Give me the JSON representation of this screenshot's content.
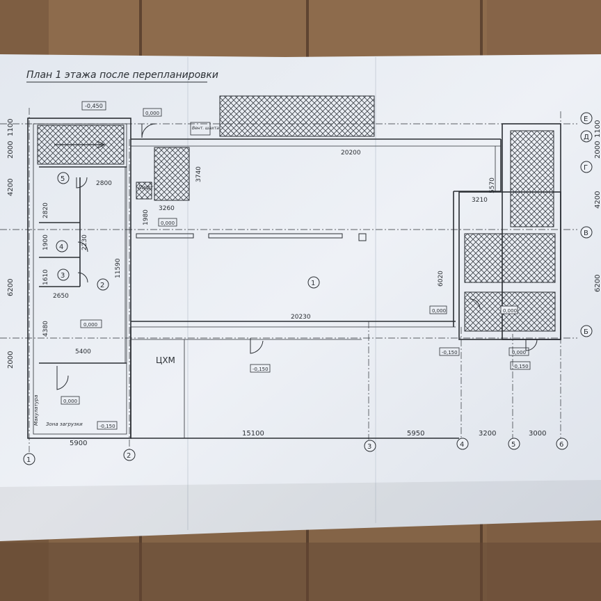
{
  "title": "План 1 этажа после перепланировки",
  "colors": {
    "table": "#8a6848",
    "paper": "#e9edf3",
    "ink": "#2a2e33"
  },
  "dims": {
    "top_20200": "20200",
    "mid_20230": "20230",
    "bot_15100": "15100",
    "bot_5900": "5900",
    "bot_5950": "5950",
    "bot_3200": "3200",
    "bot_3000": "3000",
    "left_1100": "1100",
    "left_2000a": "2000",
    "left_4200": "4200",
    "left_6200": "6200",
    "left_2000b": "2000",
    "right_1100": "1100",
    "right_2000": "2000",
    "right_4200": "4200",
    "right_6200": "6200",
    "d_2800": "2800",
    "d_2820": "2820",
    "d_2230": "2230",
    "d_1900": "1900",
    "d_1610": "1610",
    "d_2650": "2650",
    "d_4380": "4380",
    "d_5400": "5400",
    "d_11590": "11590",
    "d_3740": "3740",
    "d_3260": "3260",
    "d_1980": "1980",
    "d_5570": "5570",
    "d_3210": "3210",
    "d_6020": "6020"
  },
  "levels": {
    "l_m450": "-0,450",
    "l_000_top": "0,000",
    "l_000_lift": "0,000",
    "l_000_left": "0,000",
    "l_000_low": "0,000",
    "l_m150_a": "-0,150",
    "l_m150_b": "-0,150",
    "l_m150_c": "-0,150",
    "l_m150_d": "-0,150",
    "l_000_r1": "0,000",
    "l_000_r2": "0,000",
    "l_000_r3": "0,000"
  },
  "rooms": {
    "r1": "1",
    "r2": "2",
    "r3": "3",
    "r4": "4",
    "r5": "5"
  },
  "labels": {
    "lift": "Лифт",
    "vent": "Вент. шахта",
    "tshm": "ЦХМ",
    "zone": "Зона загрузки",
    "makulatura": "Макулатура"
  },
  "axes_bottom": [
    "1",
    "2",
    "3",
    "4",
    "5",
    "6"
  ],
  "axes_right": [
    "Е",
    "Д",
    "Г",
    "В",
    "Б"
  ]
}
